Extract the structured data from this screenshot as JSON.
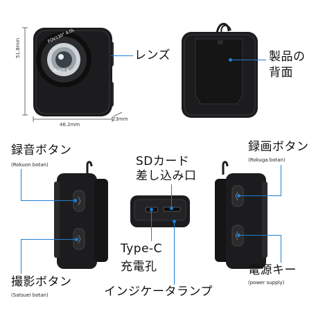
{
  "labels": {
    "lens": "レンズ",
    "back_line1": "製品の",
    "back_line2": "背面",
    "record_audio": "録音ボタン",
    "record_audio_sub": "(Rokuon botan)",
    "sd_line1": "SDカード",
    "sd_line2": "差し込み口",
    "record_video": "録画ボタン",
    "record_video_sub": "(Rokuga botan)",
    "typec_line1": "Type-C",
    "typec_line2": "充電孔",
    "shoot": "撮影ボタン",
    "shoot_sub": "(Satsuei botan)",
    "power": "電源キー",
    "power_sub": "(power supply)",
    "indicator": "インジケータランプ"
  },
  "dimensions": {
    "height": "51.8mm",
    "width": "46.2mm",
    "depth": "23mm"
  },
  "lens_print": {
    "top": "FOV130° 4.0L",
    "bottom": "FOV1.8"
  },
  "colors": {
    "leader": "#1a7fd6",
    "body": "#1c1c1e"
  }
}
